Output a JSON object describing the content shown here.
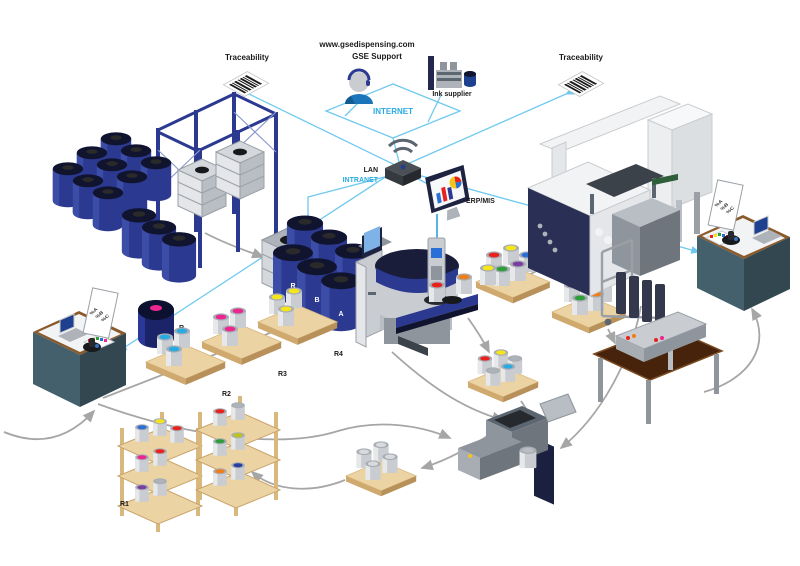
{
  "cloud": {
    "url": "www.gsedispensing.com",
    "support": "GSE Support",
    "internet": "INTERNET",
    "ink_supplier": "Ink supplier"
  },
  "network": {
    "lan": "LAN",
    "intranet": "INTRANET",
    "erp": "ERP/MIS"
  },
  "traceability": {
    "left": "Traceability",
    "right": "Traceability"
  },
  "dispenser_drums": {
    "r": "R",
    "b": "B",
    "a": "A"
  },
  "reserve_drum": {
    "label": "R"
  },
  "storage_labels": {
    "r1": "R1",
    "r2": "R2",
    "r3": "R3",
    "r4": "R4"
  },
  "formula_sheet": {
    "line1": "%A",
    "line2": "%B",
    "line3": "%C"
  },
  "lid_colors": {
    "pallet_r2": [
      "#29abe2",
      "#29abe2",
      "#29abe2"
    ],
    "pallet_r3": [
      "#ec268f",
      "#ec268f",
      "#ec268f"
    ],
    "pallet_r4": [
      "#f5e61c",
      "#f5e61c",
      "#f5e61c"
    ],
    "pallet_press_left": [
      "#e8211d",
      "#f5e61c",
      "#2a6fd6",
      "#2e9e3a",
      "#7b3fa0",
      "#f5e61c"
    ],
    "pallet_press_right": [
      "#7b3fa0",
      "#29abe2",
      "#2a6fd6",
      "#2e9e3a",
      "#f07d18"
    ],
    "shelf_r1_mixed": [
      "#2a6fd6",
      "#f5e61c",
      "#e8211d",
      "#ec268f",
      "#7b3fa0",
      "#2e9e3a",
      "#f07d18",
      "#29abe2"
    ]
  },
  "colors": {
    "network_cyan": "#6fc9ef",
    "intranet_text": "#29abe2",
    "logistics_grey": "#a6a6a6",
    "drum_blue": "#2b3990",
    "drum_dark": "#10142e",
    "rack_blue": "#2b3990",
    "desk_teal": "#44606c",
    "desk_wood": "#8a5a2b",
    "pallet_wood": "#ecd3a3",
    "table_brown": "#47230c",
    "press_navy": "#23284e",
    "machine_grey": "#8f959c"
  }
}
